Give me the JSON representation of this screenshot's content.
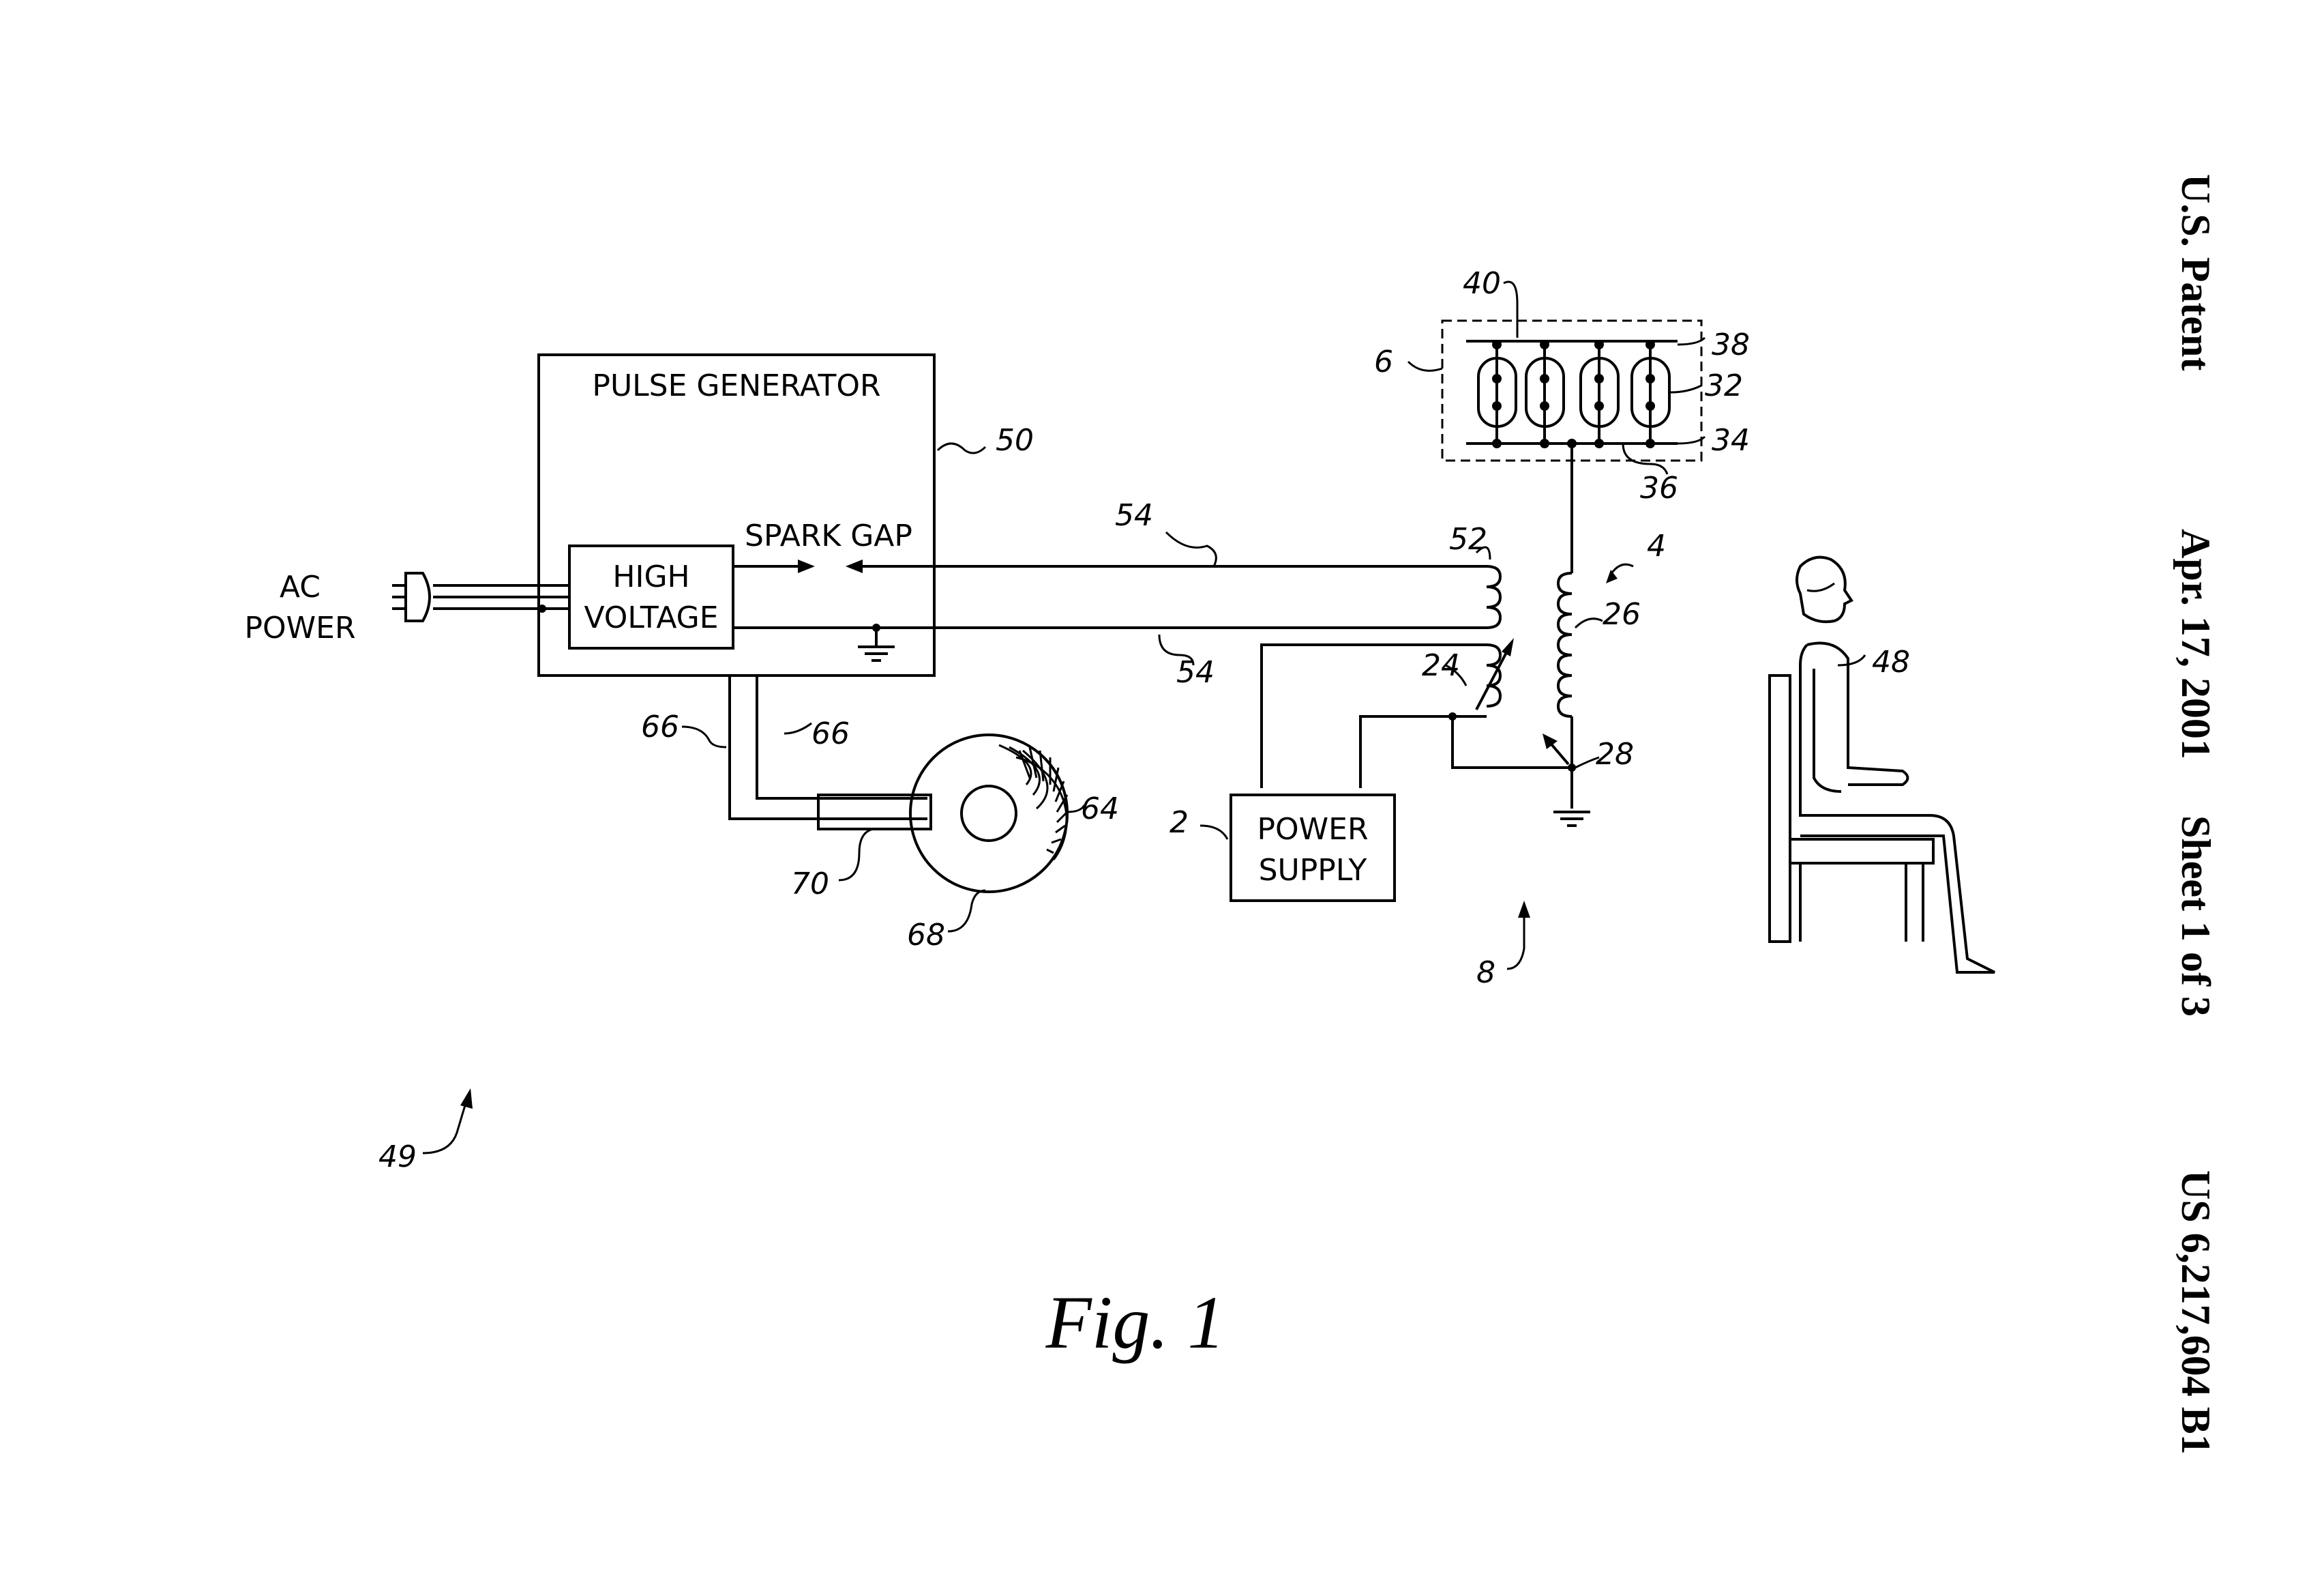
{
  "header": {
    "patent": "U.S. Patent",
    "date": "Apr. 17, 2001",
    "sheet": "Sheet 1 of 3",
    "number": "US 6,217,604 B1"
  },
  "figure": {
    "caption": "Fig. 1"
  },
  "boxes": {
    "pulse_generator": "PULSE GENERATOR",
    "high_voltage_line1": "HIGH",
    "high_voltage_line2": "VOLTAGE",
    "spark_gap": "SPARK  GAP",
    "power_supply_line1": "POWER",
    "power_supply_line2": "SUPPLY",
    "ac_power_line1": "AC",
    "ac_power_line2": "POWER"
  },
  "refs": {
    "r2": "2",
    "r4": "4",
    "r6": "6",
    "r8": "8",
    "r24": "24",
    "r26": "26",
    "r28": "28",
    "r32": "32",
    "r34": "34",
    "r36": "36",
    "r38": "38",
    "r40": "40",
    "r48": "48",
    "r49": "49",
    "r50": "50",
    "r52": "52",
    "r54a": "54",
    "r54b": "54",
    "r64": "64",
    "r66a": "66",
    "r66b": "66",
    "r68": "68",
    "r70": "70"
  }
}
